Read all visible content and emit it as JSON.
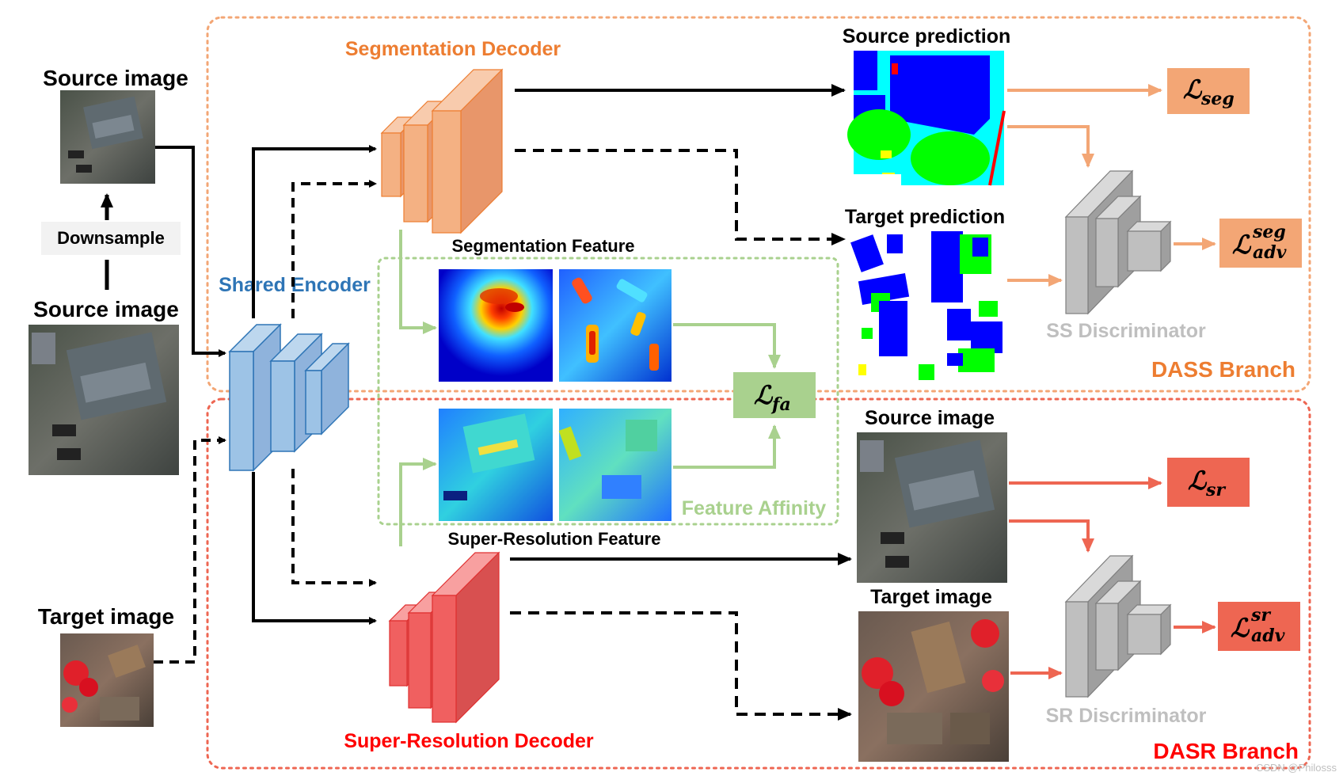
{
  "labels": {
    "source_image_small": "Source image",
    "downsample": "Downsample",
    "source_image_large": "Source image",
    "target_image": "Target image",
    "shared_encoder": "Shared Encoder",
    "seg_decoder": "Segmentation Decoder",
    "sr_decoder": "Super-Resolution Decoder",
    "seg_feature": "Segmentation Feature",
    "sr_feature": "Super-Resolution Feature",
    "feature_affinity": "Feature Affinity",
    "source_prediction": "Source prediction",
    "target_prediction": "Target prediction",
    "source_image_sr": "Source image",
    "target_image_sr": "Target image",
    "ss_discriminator": "SS Discriminator",
    "sr_discriminator": "SR Discriminator",
    "dass_branch": "DASS Branch",
    "dasr_branch": "DASR Branch",
    "watermark": "CSDN @Philosss"
  },
  "losses": {
    "seg": {
      "symbol": "ℒ",
      "sub": "seg",
      "sup": ""
    },
    "adv_seg": {
      "symbol": "ℒ",
      "sub": "adv",
      "sup": "seg"
    },
    "fa": {
      "symbol": "ℒ",
      "sub": "fa",
      "sup": ""
    },
    "sr": {
      "symbol": "ℒ",
      "sub": "sr",
      "sup": ""
    },
    "adv_sr": {
      "symbol": "ℒ",
      "sub": "adv",
      "sup": "sr"
    }
  },
  "colors": {
    "orange": "#F3A675",
    "orange_text": "#ED7D31",
    "red": "#F4685A",
    "red_text": "#FF0000",
    "blue_text": "#2E75B6",
    "green": "#A9D18E",
    "gray": "#BFBFBF",
    "gray_text": "#BFBFBF"
  }
}
